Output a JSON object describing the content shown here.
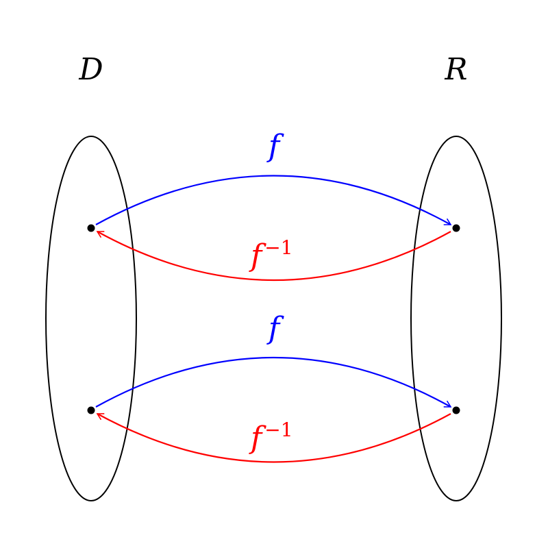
{
  "colors": {
    "forward": "#0000ff",
    "inverse": "#ff0000",
    "outline": "#000000"
  },
  "sets": {
    "domain_label": "D",
    "range_label": "R"
  },
  "mappings": [
    {
      "forward_label": "f",
      "inverse_base": "f",
      "inverse_exponent": "−1"
    },
    {
      "forward_label": "f",
      "inverse_base": "f",
      "inverse_exponent": "−1"
    }
  ]
}
